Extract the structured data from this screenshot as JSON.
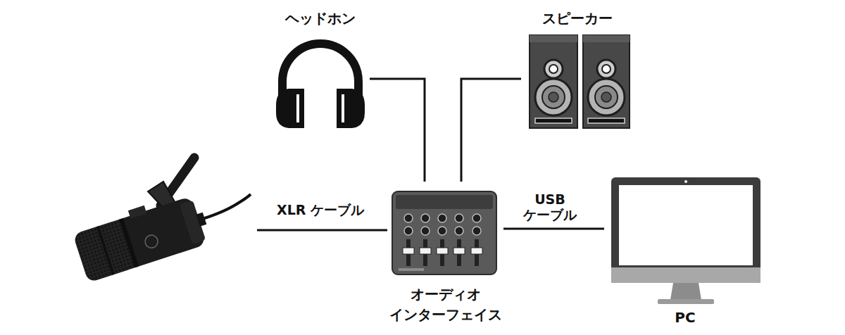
{
  "diagram": {
    "nodes": [
      {
        "text": [
          "ヘッドホン"
        ]
      },
      {
        "text": [
          "スピーカー"
        ]
      },
      {
        "text": []
      },
      {
        "text": [
          "オーディオ インターフェイス"
        ]
      },
      {
        "text": [
          "PC"
        ]
      }
    ],
    "edges": [
      {
        "from": 0,
        "to": 3,
        "arrow": "none"
      },
      {
        "from": 1,
        "to": 3,
        "arrow": "none"
      },
      {
        "from": 2,
        "to": 3,
        "label": "XLR ケーブル",
        "arrow": "none"
      },
      {
        "from": 3,
        "to": 4,
        "label": "USB ケーブル",
        "arrow": "none"
      }
    ]
  }
}
